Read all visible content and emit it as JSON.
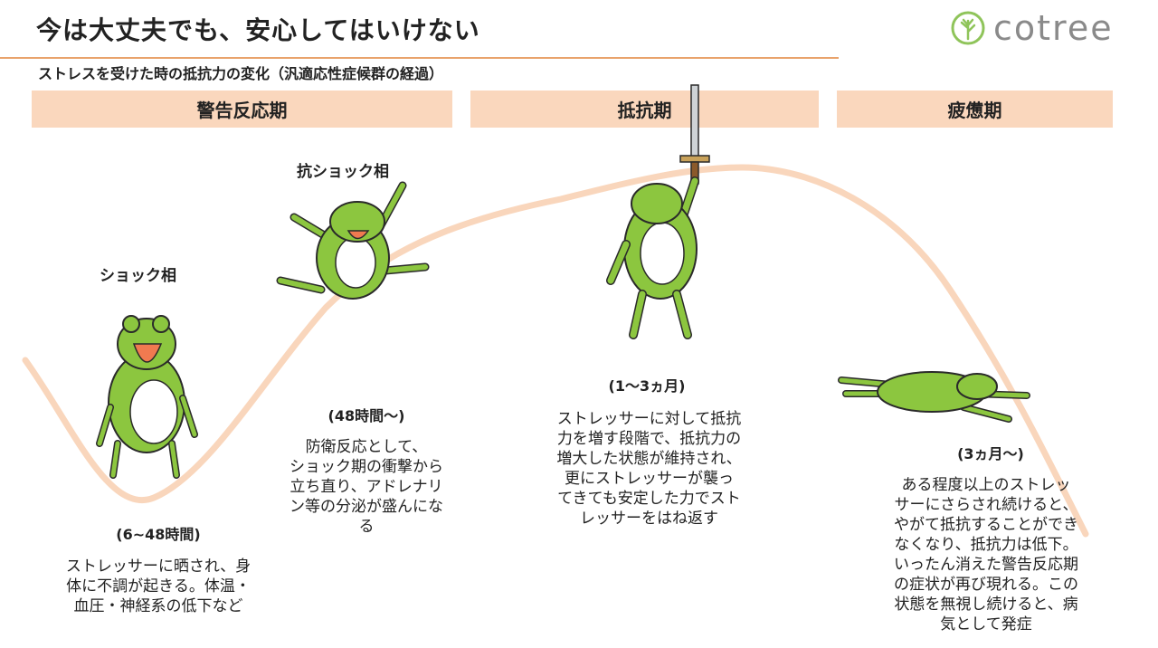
{
  "title": "今は大丈夫でも、安心してはいけない",
  "subtitle": "ストレスを受けた時の抵抗力の変化（汎適応性症候群の経過）",
  "logo": {
    "text": "cotree",
    "icon": "tree-icon",
    "color": "#8fc45a"
  },
  "phases": {
    "alarm": "警告反応期",
    "resistance": "抵抗期",
    "exhaustion": "疲憊期"
  },
  "stages": {
    "shock": {
      "label": "ショック相",
      "duration": "(6~48時間)",
      "desc": [
        "ストレッサーに晒され、身",
        "体に不調が起きる。体温・",
        "血圧・神経系の低下など"
      ]
    },
    "counter_shock": {
      "label": "抗ショック相",
      "duration": "(48時間〜)",
      "desc": [
        "防衛反応として、",
        "ショック期の衝撃から",
        "立ち直り、アドレナリ",
        "ン等の分泌が盛んにな",
        "る"
      ]
    },
    "resistance": {
      "duration": "(1〜3ヵ月)",
      "desc": [
        "ストレッサーに対して抵抗",
        "力を増す段階で、抵抗力の",
        "増大した状態が維持され、",
        "更にストレッサーが襲っ",
        "てきても安定した力でスト",
        "レッサーをはね返す"
      ]
    },
    "exhaustion": {
      "duration": "(3ヵ月〜)",
      "desc": [
        "ある程度以上のストレッ",
        "サーにさらされ続けると、",
        "やがて抵抗することができ",
        "なくなり、抵抗力は低下。",
        "いったん消えた警告反応期",
        "の症状が再び現れる。この",
        "状態を無視し続けると、病",
        "気として発症"
      ]
    }
  },
  "colors": {
    "accent": "#e9a36c",
    "phase_bg": "#fad7bd",
    "curve": "#f9d6bc",
    "frog": "#8cc63f"
  }
}
